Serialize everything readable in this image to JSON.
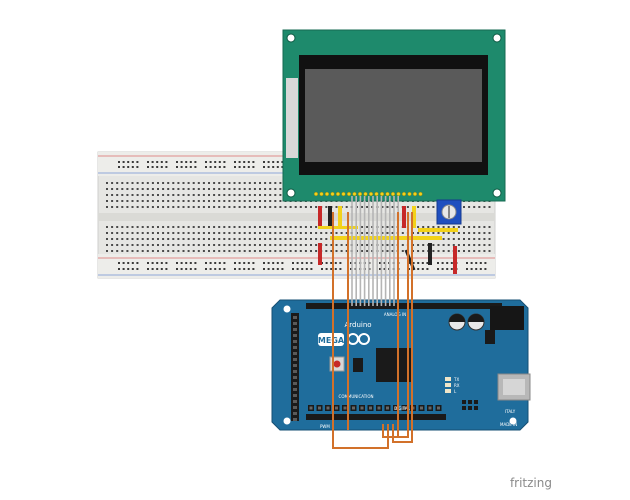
{
  "watermark": "fritzing",
  "board": {
    "brand": "Arduino",
    "model": "MEGA",
    "labels": {
      "analog_in": "ANALOG IN",
      "communication": "COMMUNICATION",
      "digital": "DIGITAL",
      "made_in": "MADE IN",
      "italy": "ITALY",
      "tx": "TX",
      "rx": "RX",
      "l": "L",
      "pwm": "PWM"
    }
  },
  "colors": {
    "lcd_pcb": "#1e8a6c",
    "lcd_screen": "#5a5a5a",
    "board": "#1f6d9c",
    "wire_orange": "#d2712a",
    "wire_red": "#c62828",
    "wire_yellow": "#f2d21b",
    "wire_black": "#222222",
    "pot": "#1f4fbf"
  }
}
